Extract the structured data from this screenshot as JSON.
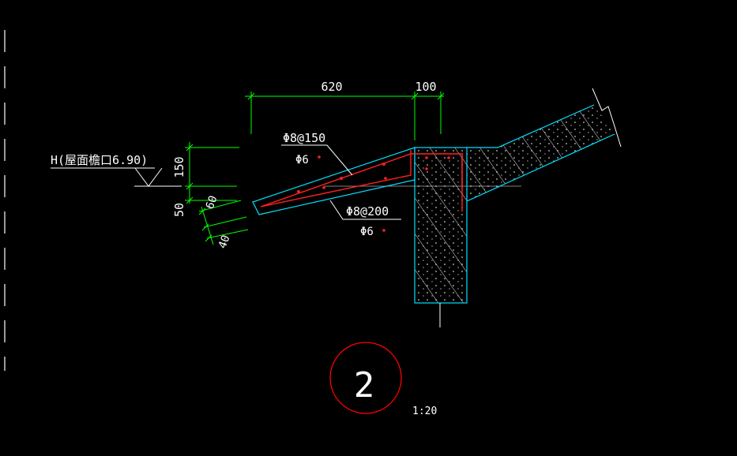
{
  "drawing": {
    "dim_top_left": "620",
    "dim_top_right": "100",
    "dim_left_upper": "150",
    "dim_left_lower": "50",
    "dim_slope_a": "60",
    "dim_slope_b": "40",
    "elevation_label": "H(屋面檐口6.90)",
    "rebar_top_main": "Φ8@150",
    "rebar_top_dist": "Φ6",
    "rebar_bottom_main": "Φ8@200",
    "rebar_bottom_dist": "Φ6",
    "detail_number": "2",
    "scale": "1:20"
  },
  "colors": {
    "background": "#000000",
    "dimension": "#00ff00",
    "outline": "#00e0ff",
    "rebar": "#ff2020",
    "text": "#ffffff",
    "detail_circle": "#ff0000",
    "axis_line": "#808080"
  }
}
